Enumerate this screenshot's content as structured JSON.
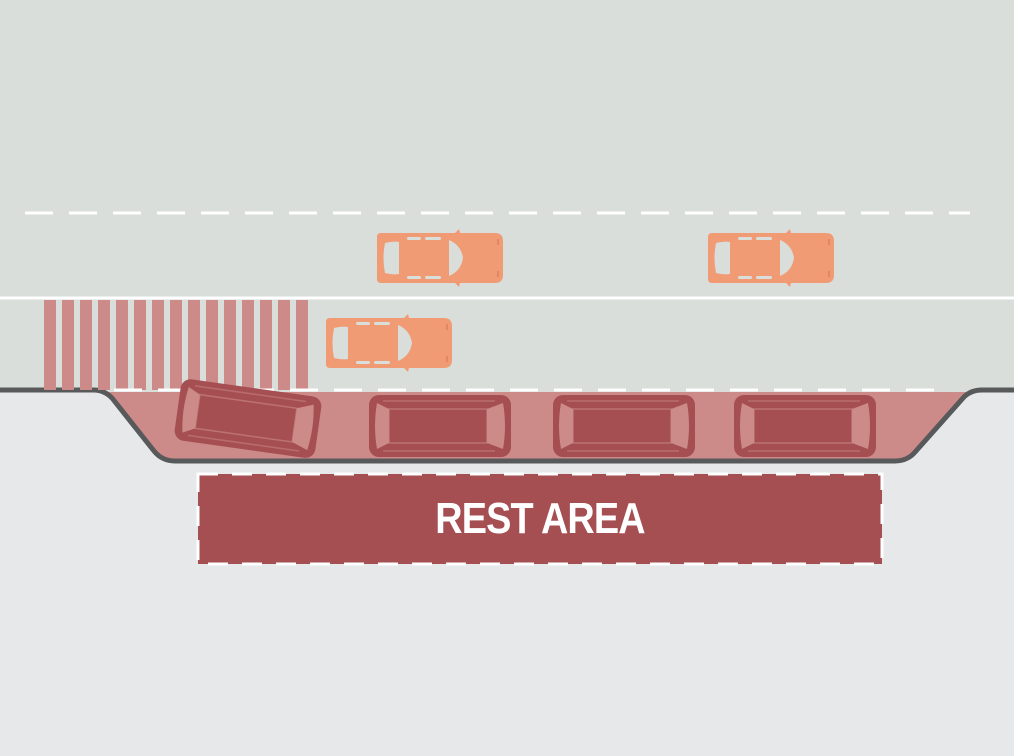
{
  "title": "Rest area bay diagram",
  "colors": {
    "road": "#d9dedb",
    "ground": "#e6e8e9",
    "curb": "#58595b",
    "bay": "#cc8a89",
    "parked_car": "#a54f53",
    "moving_car": "#f19b75",
    "lane_marking": "#ffffff",
    "rest_area_fill": "#a54f53"
  },
  "road": {
    "center_line": "dashed",
    "edge_line": "solid",
    "crosswalk_stripes": 15
  },
  "vehicles": {
    "moving": [
      {
        "id": "car-1",
        "lane": "upper",
        "direction": "right"
      },
      {
        "id": "car-2",
        "lane": "upper",
        "direction": "right"
      },
      {
        "id": "car-3",
        "lane": "lower",
        "direction": "right"
      }
    ],
    "parked": [
      {
        "id": "parked-1",
        "state": "entering"
      },
      {
        "id": "parked-2",
        "state": "parked"
      },
      {
        "id": "parked-3",
        "state": "parked"
      },
      {
        "id": "parked-4",
        "state": "parked"
      }
    ]
  },
  "rest_area": {
    "label": "REST AREA"
  }
}
